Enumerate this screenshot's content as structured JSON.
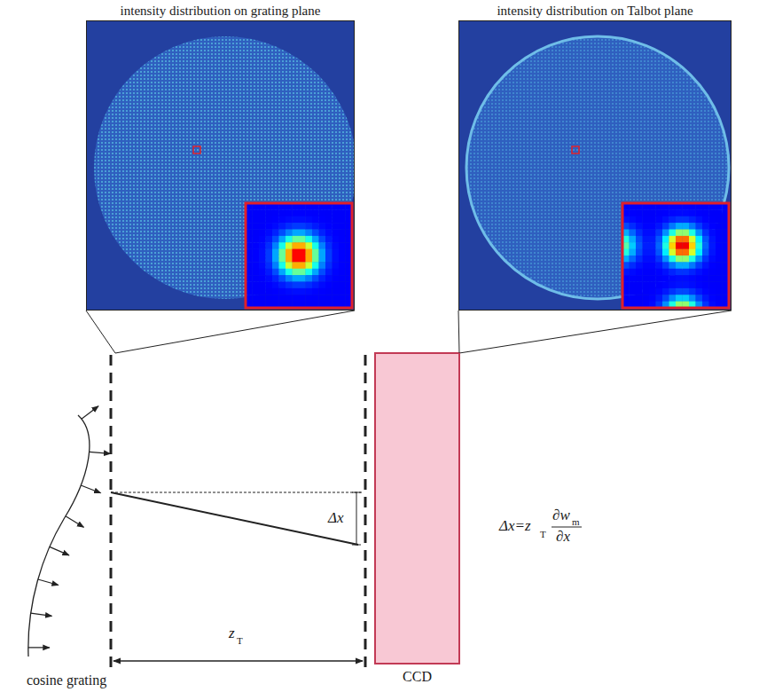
{
  "diagram": {
    "nodes": [
      {
        "text": [
          "intensity distribution on grating plane"
        ]
      },
      {
        "text": [
          "intensity distribution on Talbot plane"
        ]
      },
      {
        "text": [
          "CCD"
        ]
      }
    ],
    "edges": [
      {
        "from": 1,
        "to": 2,
        "arrow": "none"
      }
    ],
    "labels": [
      "Δx",
      "z",
      "T",
      "Δx=z",
      "T",
      "∂w",
      "m",
      "∂x",
      "cosine grating"
    ]
  }
}
